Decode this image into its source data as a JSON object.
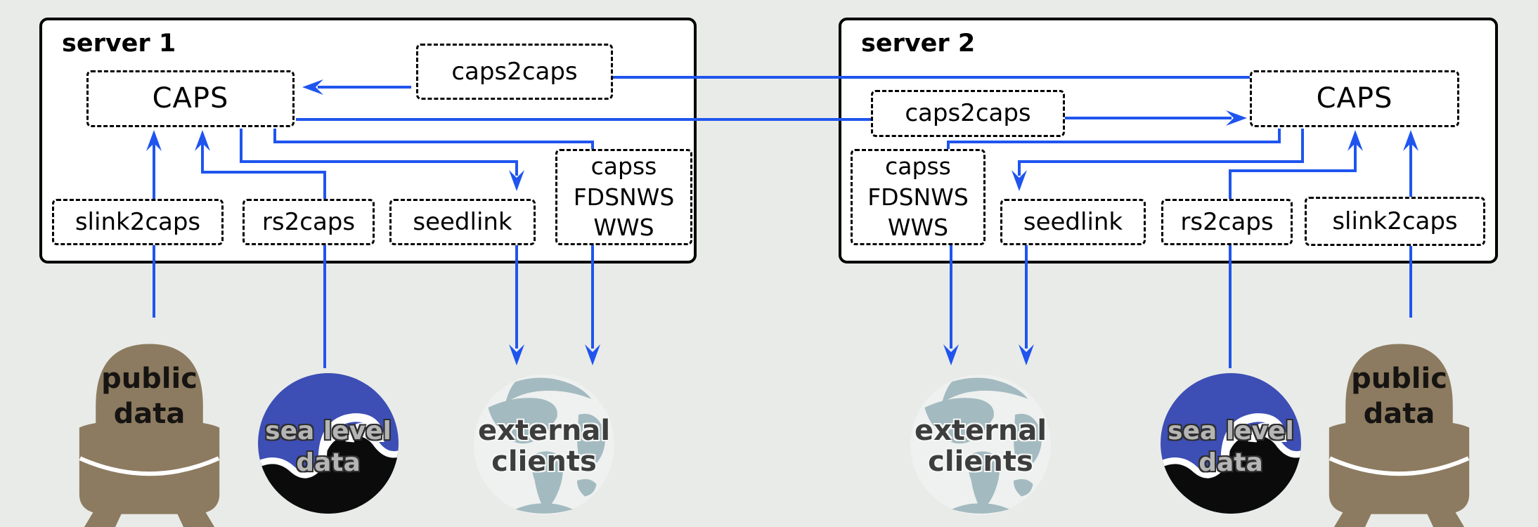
{
  "colors": {
    "accent": "#1f55ee",
    "background": "#e9ebe8",
    "box_border": "#000000",
    "box_fill": "#ffffff",
    "public_data_icon": "#8c7b60",
    "wave_logo_blue": "#3d4eb5",
    "wave_logo_black": "#0b0b0b",
    "globe_land": "#a3bac0"
  },
  "server1": {
    "title": "server 1",
    "caps": "CAPS",
    "caps2caps": "caps2caps",
    "slink2caps": "slink2caps",
    "rs2caps": "rs2caps",
    "seedlink": "seedlink",
    "capss": [
      "capss",
      "FDSNWS",
      "WWS"
    ]
  },
  "server2": {
    "title": "server 2",
    "caps": "CAPS",
    "caps2caps": "caps2caps",
    "slink2caps": "slink2caps",
    "rs2caps": "rs2caps",
    "seedlink": "seedlink",
    "capss": [
      "capss",
      "FDSNWS",
      "WWS"
    ]
  },
  "icons": {
    "public_data": {
      "label": [
        "public",
        "data"
      ]
    },
    "sea_level_data": {
      "label": [
        "sea level",
        "data"
      ]
    },
    "external_clients": {
      "label": [
        "external",
        "clients"
      ]
    }
  }
}
